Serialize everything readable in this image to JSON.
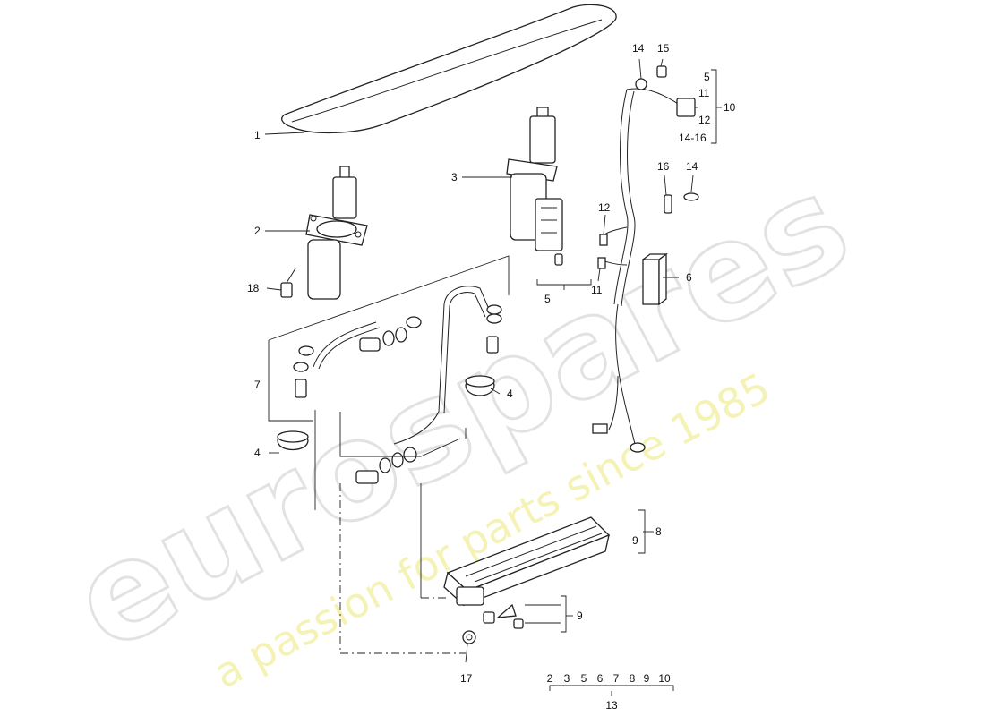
{
  "watermark": {
    "brand": "eurospares",
    "tagline": "a passion for parts since 1985"
  },
  "callouts": {
    "c1": "1",
    "c2": "2",
    "c3": "3",
    "c4a": "4",
    "c4b": "4",
    "c5a": "5",
    "c5b": "5",
    "c6": "6",
    "c7": "7",
    "c8": "8",
    "c9a": "9",
    "c9b": "9",
    "c10": "10",
    "c11a": "11",
    "c11b": "11",
    "c12a": "12",
    "c12b": "12",
    "c14a": "14",
    "c14b": "14",
    "c15": "15",
    "c16": "16",
    "c14_16": "14-16",
    "c17": "17",
    "c18": "18"
  },
  "kit": {
    "members": [
      "2",
      "3",
      "5",
      "6",
      "7",
      "8",
      "9",
      "10"
    ],
    "total": "13"
  }
}
